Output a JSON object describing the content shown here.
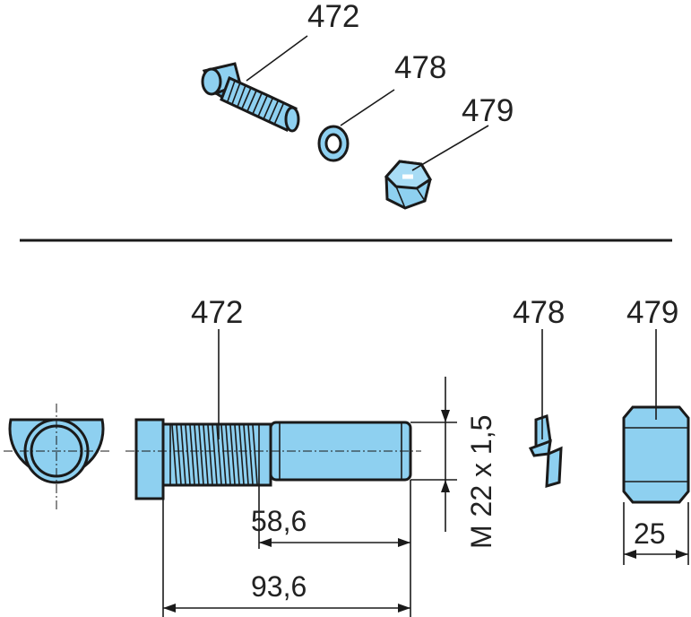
{
  "colors": {
    "part_fill": "#8ED0F0",
    "part_dark": "#5FB2DD",
    "outline": "#1a1a1a"
  },
  "labels": {
    "top": {
      "bolt": "472",
      "washer": "478",
      "nut": "479"
    },
    "bottom": {
      "bolt": "472",
      "washer": "478",
      "nut": "479"
    }
  },
  "dimensions": {
    "thread_length": "58,6",
    "total_length": "93,6",
    "thread_spec": "M 22 x 1,5",
    "nut_width": "25"
  }
}
